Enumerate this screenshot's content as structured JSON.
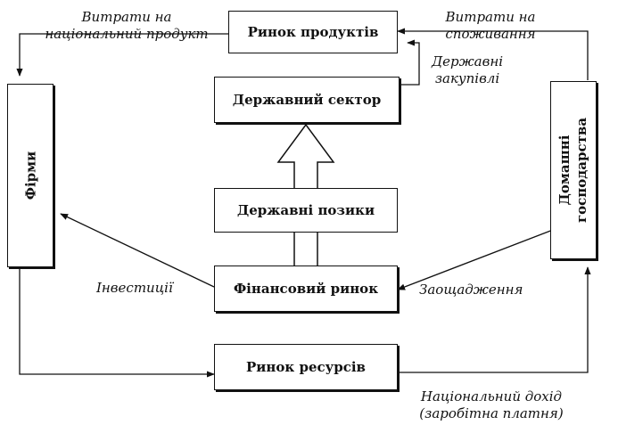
{
  "boxes": {
    "product_market": "Ринок продуктів",
    "government_sector": "Державний сектор",
    "government_borrowing": "Державні позики",
    "financial_market": "Фінансовий ринок",
    "resource_market": "Ринок ресурсів",
    "firms": "Фірми",
    "households_line1": "Домашні",
    "households_line2": "господарства"
  },
  "labels": {
    "national_product_spending_line1": "Витрати на",
    "national_product_spending_line2": "національний продукт",
    "consumption_spending_line1": "Витрати на",
    "consumption_spending_line2": "споживання",
    "government_purchases_line1": "Державні",
    "government_purchases_line2": "закупівлі",
    "investment": "Інвестиції",
    "savings": "Заощадження",
    "national_income_line1": "Національний дохід",
    "national_income_line2": "(заробітна платня)"
  },
  "colors": {
    "line": "#111111",
    "background": "#ffffff"
  }
}
